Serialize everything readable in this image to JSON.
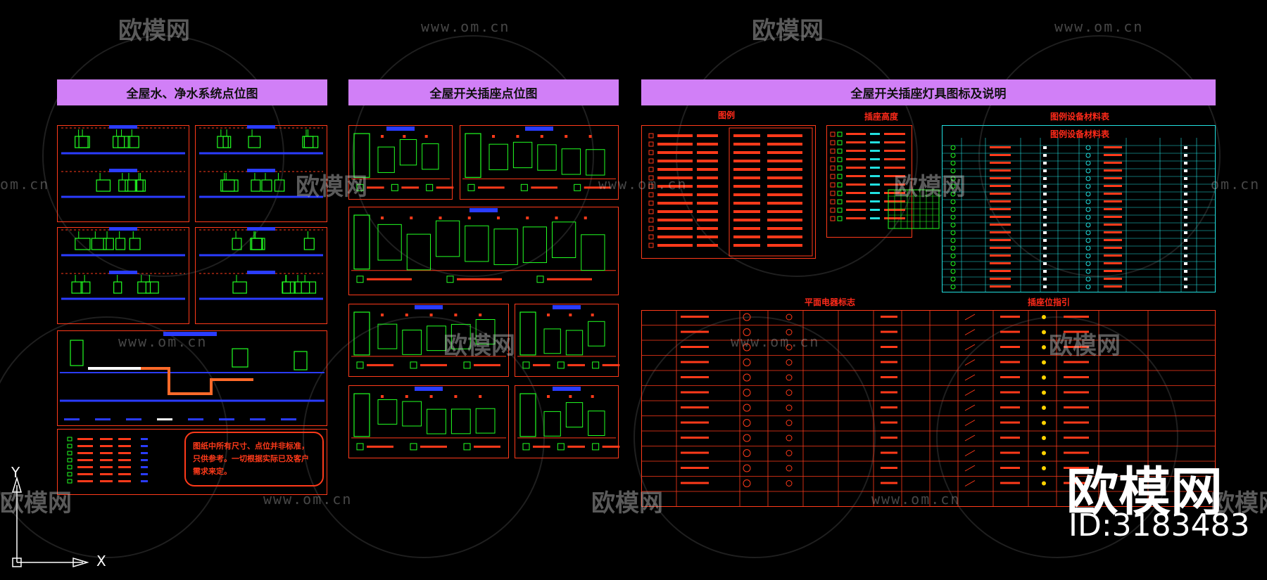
{
  "sheet_titles": {
    "water": "全屋水、净水系统点位图",
    "switch": "全屋开关插座点位图",
    "legend": "全屋开关插座灯具图标及说明"
  },
  "subheads": {
    "legend": "图例",
    "socket_height": "插座高度",
    "equipment_table_top": "图例设备材料表",
    "equipment_table": "图例设备材料表",
    "plan_symbols": "平面电器标志",
    "socket_guide": "插座位指引"
  },
  "note": "图纸中所有尺寸、点位并非标准，只供参考。一切根据实际已及客户需求来定。",
  "watermark": {
    "text": "欧模网",
    "url": "www.om.cn",
    "url_partial": "om.cn"
  },
  "brand": {
    "name": "欧模网",
    "id": "ID:3183483"
  },
  "ucs": {
    "x_label": "X",
    "y_label": "Y"
  },
  "colors": {
    "background": "#000000",
    "title_bar": "#d17ff7",
    "frame_red": "#ff3a1a",
    "cad_green": "#22ff22",
    "cad_blue": "#2a3cff",
    "cad_cyan": "#22e0e0",
    "watermark": "#c8c8c8"
  },
  "icons": [
    "ucs-axis-icon",
    "watermark-logo-icon"
  ]
}
